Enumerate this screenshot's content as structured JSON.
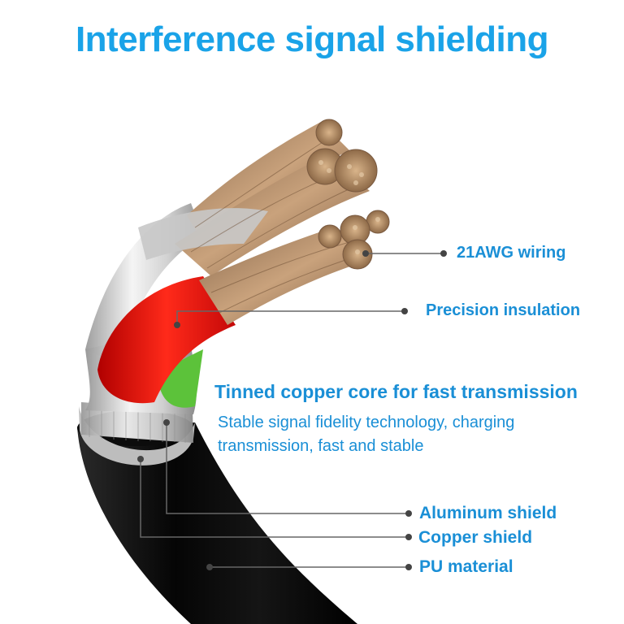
{
  "title": "Interference signal shielding",
  "labels": {
    "wiring": "21AWG wiring",
    "insulation": "Precision insulation",
    "core": "Tinned copper core for fast transmission",
    "core_desc_line1": "Stable signal fidelity technology, charging",
    "core_desc_line2": "transmission, fast and stable",
    "aluminum": "Aluminum shield",
    "copper": "Copper shield",
    "pu": "PU material"
  },
  "colors": {
    "title": "#1aa3e8",
    "label": "#1a8fd6",
    "jacket": "#111111",
    "copper_wire": "#b08a64",
    "red_insulation": "#e01818",
    "green_insulation": "#5cc23a",
    "silver": "#d8d8d8"
  }
}
